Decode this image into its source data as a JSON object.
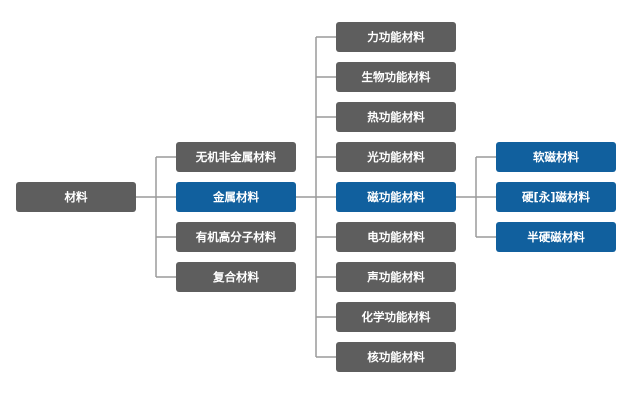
{
  "diagram": {
    "root": {
      "label": "材料"
    },
    "level1": [
      {
        "label": "无机非金属材料",
        "active": false
      },
      {
        "label": "金属材料",
        "active": true
      },
      {
        "label": "有机高分子材料",
        "active": false
      },
      {
        "label": "复合材料",
        "active": false
      }
    ],
    "level2": [
      {
        "label": "力功能材料",
        "active": false
      },
      {
        "label": "生物功能材料",
        "active": false
      },
      {
        "label": "热功能材料",
        "active": false
      },
      {
        "label": "光功能材料",
        "active": false
      },
      {
        "label": "磁功能材料",
        "active": true
      },
      {
        "label": "电功能材料",
        "active": false
      },
      {
        "label": "声功能材料",
        "active": false
      },
      {
        "label": "化学功能材料",
        "active": false
      },
      {
        "label": "核功能材料",
        "active": false
      }
    ],
    "level3": [
      {
        "label": "软磁材料",
        "active": true
      },
      {
        "label": "硬[永]磁材料",
        "active": true
      },
      {
        "label": "半硬磁材料",
        "active": true
      }
    ]
  },
  "colors": {
    "node_default": "#5e5e5e",
    "node_highlight": "#11609e",
    "connector": "#9a9a9a"
  }
}
